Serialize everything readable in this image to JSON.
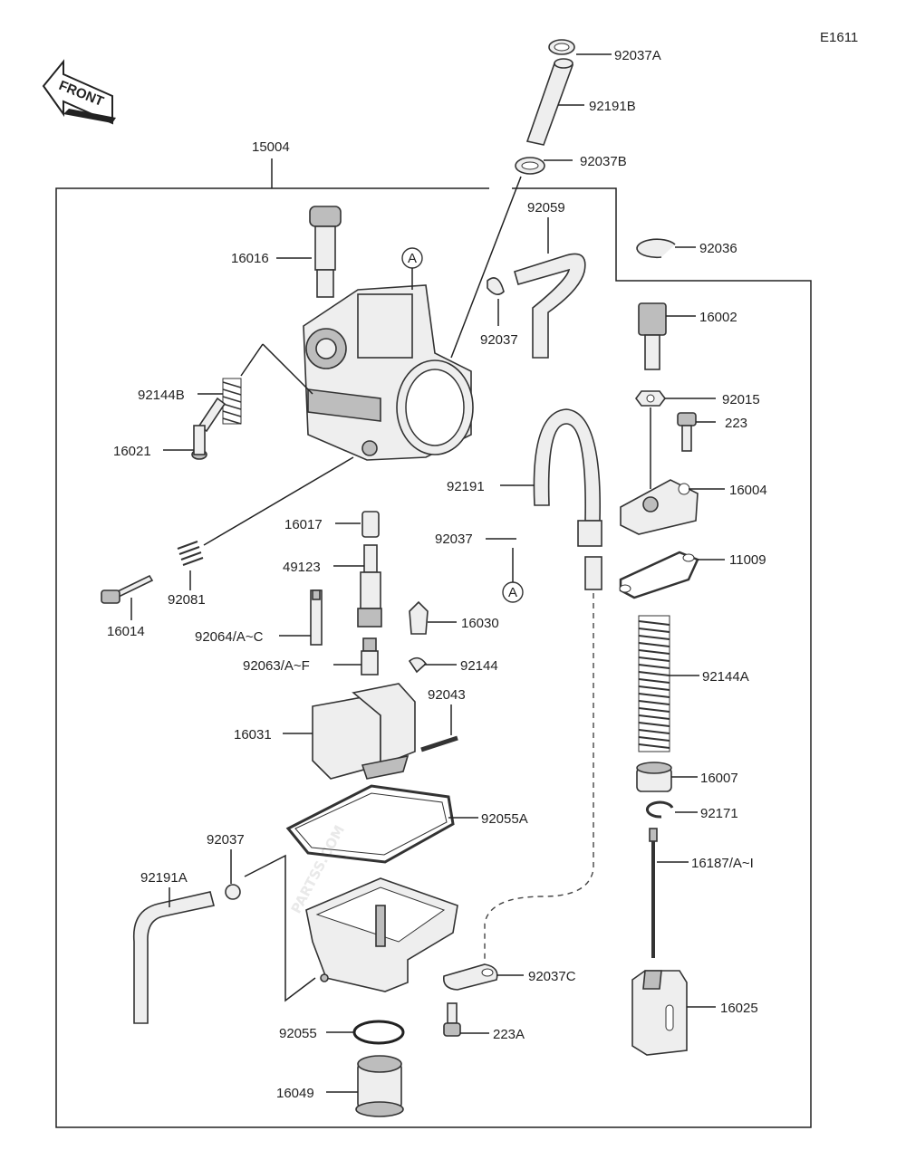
{
  "diagram_code": "E1611",
  "front_label": "FRONT",
  "watermark": "PARTSS.COM",
  "callout_letter": "A",
  "parts": {
    "p15004": "15004",
    "p92037A": "92037A",
    "p92191B": "92191B",
    "p92037B": "92037B",
    "p92059": "92059",
    "p92036": "92036",
    "p16016": "16016",
    "p92037": "92037",
    "p16002": "16002",
    "p92144B": "92144B",
    "p92015": "92015",
    "p223": "223",
    "p16021": "16021",
    "p92191": "92191",
    "p16004": "16004",
    "p16017": "16017",
    "p92037_2": "92037",
    "p11009": "11009",
    "p49123": "49123",
    "p92081": "92081",
    "p16014": "16014",
    "p16030": "16030",
    "p92064": "92064/A~C",
    "p92063": "92063/A~F",
    "p92144": "92144",
    "p92144A": "92144A",
    "p92043": "92043",
    "p16031": "16031",
    "p16007": "16007",
    "p92171": "92171",
    "p92055A": "92055A",
    "p92037_3": "92037",
    "p16187": "16187/A~I",
    "p92191A": "92191A",
    "p92037C": "92037C",
    "p16025": "16025",
    "p92055": "92055",
    "p223A": "223A",
    "p16049": "16049"
  }
}
